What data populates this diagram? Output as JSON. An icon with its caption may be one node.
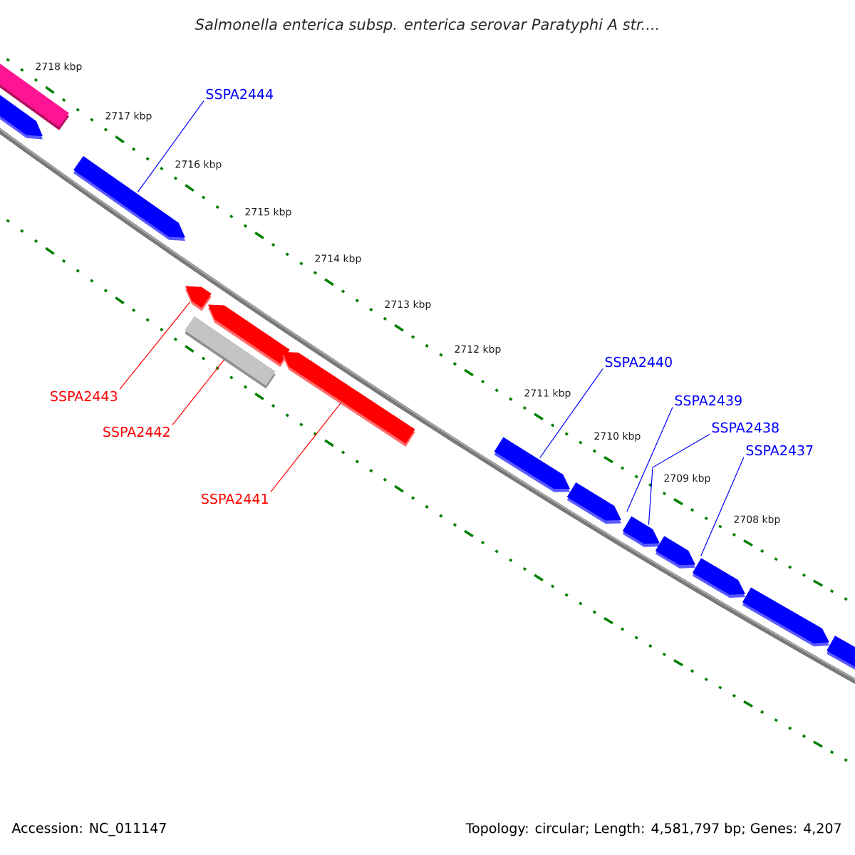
{
  "diagram": {
    "title": "Salmonella enterica subsp. enterica serovar Paratyphi A str....",
    "nodes": [
      {
        "text": [
          "SSPA2444"
        ]
      },
      {
        "text": [
          "SSPA2443"
        ]
      },
      {
        "text": [
          "SSPA2442"
        ]
      },
      {
        "text": [
          "SSPA2441"
        ]
      },
      {
        "text": [
          "SSPA2440"
        ]
      },
      {
        "text": [
          "SSPA2439"
        ]
      },
      {
        "text": [
          "SSPA2438"
        ]
      },
      {
        "text": [
          "SSPA2437"
        ]
      },
      {
        "text": [],
        "shape": "bar"
      },
      {
        "text": [],
        "shape": "arrow"
      },
      {
        "text": [],
        "shape": "arrow"
      },
      {
        "text": [],
        "shape": "arrow"
      },
      {
        "text": [],
        "shape": "bar"
      },
      {
        "text": [],
        "shape": "arrow"
      },
      {
        "text": [],
        "shape": "arrow"
      },
      {
        "text": [],
        "shape": "arrow"
      },
      {
        "text": [],
        "shape": "arrow"
      },
      {
        "text": [],
        "shape": "arrow"
      },
      {
        "text": [],
        "shape": "arrow"
      },
      {
        "text": [],
        "shape": "arrow"
      },
      {
        "text": [],
        "shape": "arrow"
      },
      {
        "text": [],
        "shape": "arrow"
      }
    ],
    "edges": [
      {
        "from": 0,
        "to": 10,
        "arrow": "none",
        "color": "#0000ff"
      },
      {
        "from": 1,
        "to": 11,
        "arrow": "none",
        "color": "#ff0000"
      },
      {
        "from": 2,
        "to": 12,
        "arrow": "none",
        "color": "#ff0000"
      },
      {
        "from": 3,
        "to": 14,
        "arrow": "none",
        "color": "#ff0000"
      },
      {
        "from": 4,
        "to": 15,
        "arrow": "none",
        "color": "#0000ff"
      },
      {
        "from": 5,
        "to": 16,
        "arrow": "none",
        "color": "#0000ff"
      },
      {
        "from": 6,
        "to": 17,
        "arrow": "none",
        "color": "#0000ff"
      },
      {
        "from": 7,
        "to": 18,
        "arrow": "none",
        "color": "#0000ff"
      }
    ],
    "labels": [
      "2718 kbp",
      "2717 kbp",
      "2716 kbp",
      "2715 kbp",
      "2714 kbp",
      "2713 kbp",
      "2712 kbp",
      "2711 kbp",
      "2710 kbp",
      "2709 kbp",
      "2708 kbp",
      "Accession: NC_011147",
      "Topology: circular; Length: 4,581,797 bp; Genes: 4,207"
    ]
  }
}
